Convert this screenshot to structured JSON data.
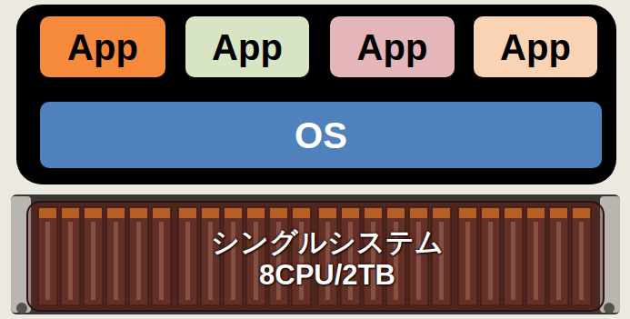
{
  "diagram": {
    "nodes": [
      {
        "text": [
          "App"
        ]
      },
      {
        "text": [
          "App"
        ]
      },
      {
        "text": [
          "App"
        ]
      },
      {
        "text": [
          "App"
        ]
      },
      {
        "text": [
          "OS"
        ]
      },
      {
        "text": [
          "シングルシステム",
          "8CPU/2TB"
        ]
      }
    ]
  }
}
